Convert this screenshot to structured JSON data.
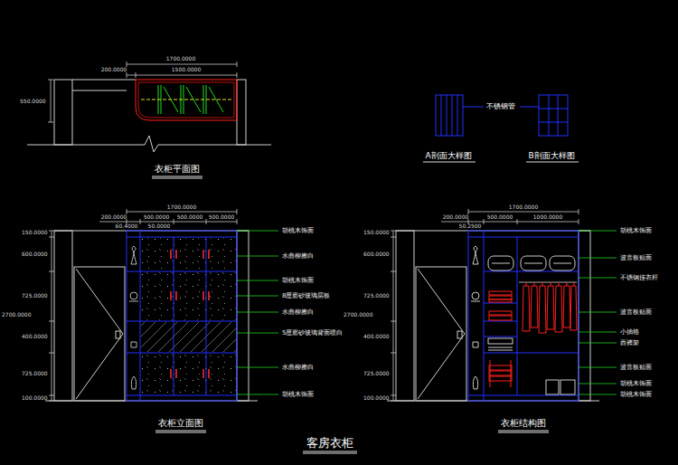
{
  "diagram": {
    "title": "客房衣柜",
    "labels": [
      "1700.0000",
      "200.0000",
      "1500.0000",
      "550.0000",
      "衣柜平面图",
      "不锈钢管",
      "A剖面大样图",
      "B剖面大样图",
      "1700.0000",
      "200.0000",
      "500.0000",
      "500.0000",
      "500.0000",
      "60.4000",
      "50.0000",
      "150.0000",
      "600.0000",
      "725.0000",
      "2700.0000",
      "400.0000",
      "725.0000",
      "100.0000",
      "胡桃木饰面",
      "水曲柳擦白",
      "胡桃木饰面",
      "8厘磨砂玻璃层板",
      "水曲柳擦白",
      "5厘磨砂玻璃背面喷白",
      "水曲柳擦白",
      "胡桃木饰面",
      "衣柜立面图",
      "1700.0000",
      "200.0000",
      "500.0000",
      "1000.0000",
      "50.2500",
      "150.0000",
      "600.0000",
      "725.0000",
      "2700.0000",
      "400.0000",
      "725.0000",
      "100.0000",
      "胡桃木饰面",
      "波音板贴面",
      "不锈钢挂衣杆",
      "波音板贴面",
      "小抽格",
      "西裤架",
      "波音板贴面",
      "胡桃木饰面",
      "胡桃木饰面",
      "衣柜结构图"
    ]
  }
}
